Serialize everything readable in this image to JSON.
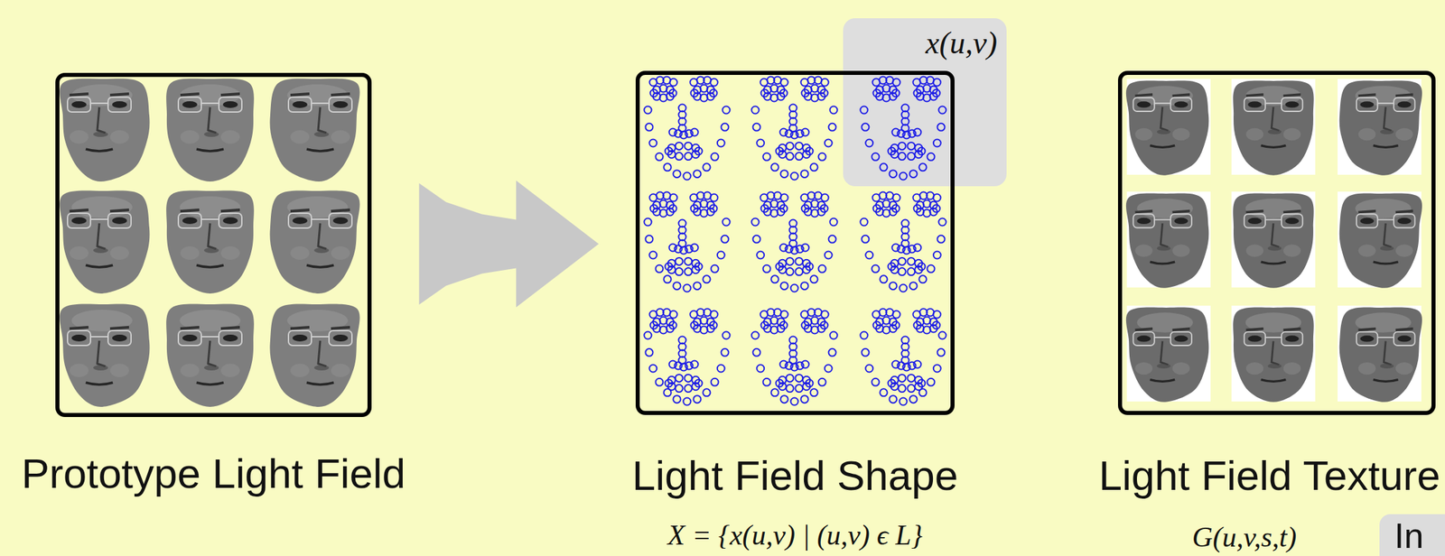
{
  "diagram": {
    "nodes": [
      {
        "text": [
          "Prototype Light Field"
        ]
      },
      {
        "text": [
          "Light Field Shape",
          "X = {x(u,v) | (u,v) ϵ L}"
        ]
      },
      {
        "text": [
          "x(u,v)"
        ]
      },
      {
        "text": [
          "Light Field Texture",
          "G(u,v,s,t)"
        ]
      },
      {
        "text": [
          "In"
        ]
      }
    ],
    "edges": [
      {
        "from": 0,
        "to": 1,
        "arrow": "to"
      }
    ]
  }
}
